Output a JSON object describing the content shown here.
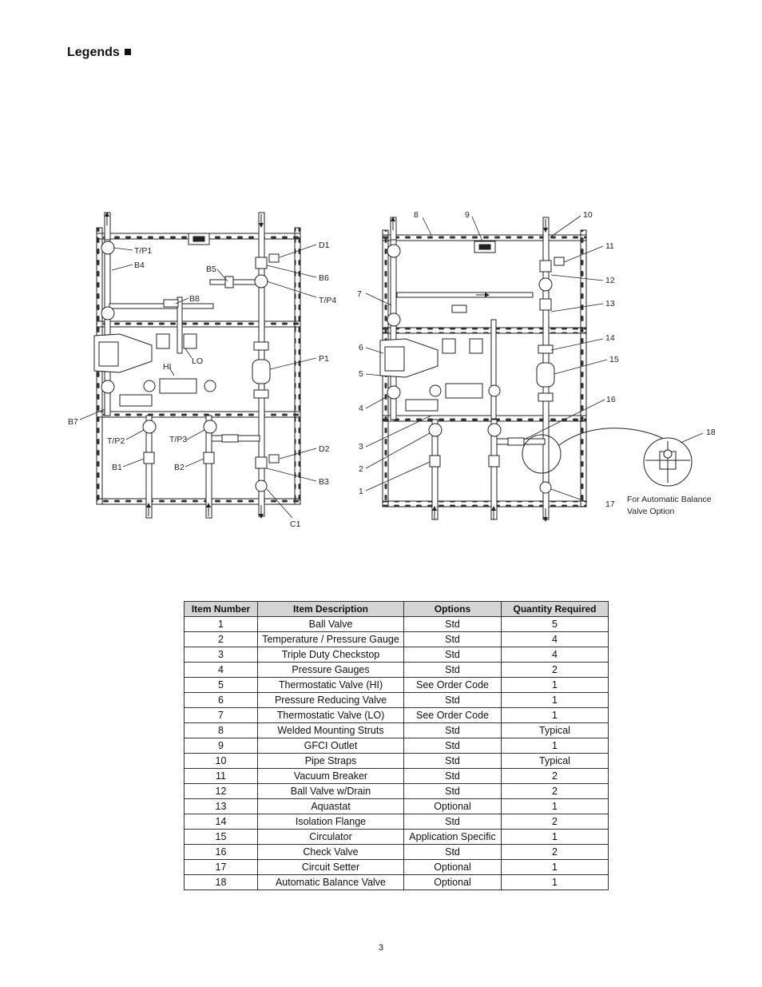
{
  "heading": "Legends",
  "left_labels": {
    "tp1": "T/P1",
    "b4": "B4",
    "b5": "B5",
    "b8": "B8",
    "d1": "D1",
    "b6": "B6",
    "tp4": "T/P4",
    "lo": "LO",
    "hi": "HI",
    "p1": "P1",
    "b7": "B7",
    "tp2": "T/P2",
    "tp3": "T/P3",
    "b1": "B1",
    "b2": "B2",
    "d2": "D2",
    "b3": "B3",
    "c1": "C1"
  },
  "right_labels": {
    "n1": "1",
    "n2": "2",
    "n3": "3",
    "n4": "4",
    "n5": "5",
    "n6": "6",
    "n7": "7",
    "n8": "8",
    "n9": "9",
    "n10": "10",
    "n11": "11",
    "n12": "12",
    "n13": "13",
    "n14": "14",
    "n15": "15",
    "n16": "16",
    "n17": "17",
    "n18": "18"
  },
  "inset_caption_line1": "For Automatic Balance",
  "inset_caption_line2": "Valve Option",
  "table": {
    "headers": [
      "Item Number",
      "Item Description",
      "Options",
      "Quantity Required"
    ],
    "rows": [
      [
        "1",
        "Ball Valve",
        "Std",
        "5"
      ],
      [
        "2",
        "Temperature / Pressure Gauge",
        "Std",
        "4"
      ],
      [
        "3",
        "Triple Duty Checkstop",
        "Std",
        "4"
      ],
      [
        "4",
        "Pressure Gauges",
        "Std",
        "2"
      ],
      [
        "5",
        "Thermostatic Valve (HI)",
        "See Order Code",
        "1"
      ],
      [
        "6",
        "Pressure Reducing Valve",
        "Std",
        "1"
      ],
      [
        "7",
        "Thermostatic Valve (LO)",
        "See Order Code",
        "1"
      ],
      [
        "8",
        "Welded Mounting Struts",
        "Std",
        "Typical"
      ],
      [
        "9",
        "GFCI Outlet",
        "Std",
        "1"
      ],
      [
        "10",
        "Pipe Straps",
        "Std",
        "Typical"
      ],
      [
        "11",
        "Vacuum Breaker",
        "Std",
        "2"
      ],
      [
        "12",
        "Ball Valve w/Drain",
        "Std",
        "2"
      ],
      [
        "13",
        "Aquastat",
        "Optional",
        "1"
      ],
      [
        "14",
        "Isolation Flange",
        "Std",
        "2"
      ],
      [
        "15",
        "Circulator",
        "Application Specific",
        "1"
      ],
      [
        "16",
        "Check Valve",
        "Std",
        "2"
      ],
      [
        "17",
        "Circuit Setter",
        "Optional",
        "1"
      ],
      [
        "18",
        "Automatic Balance Valve",
        "Optional",
        "1"
      ]
    ]
  },
  "page_number": "3"
}
